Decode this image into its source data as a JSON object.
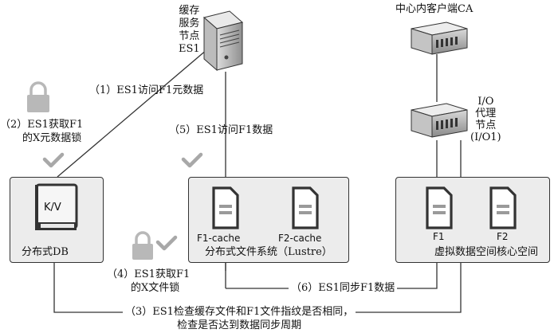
{
  "nodes": {
    "cache_server": {
      "label_lines": [
        "缓存",
        "服务",
        "节点",
        "ES1"
      ]
    },
    "ca": {
      "label": "中心内客户端CA"
    },
    "io_proxy": {
      "label_lines": [
        "I/O",
        "代理",
        "节点",
        "(I/O1)"
      ]
    }
  },
  "boxes": {
    "distributed_db": {
      "label": "分布式DB",
      "book_label": "K/V"
    },
    "lustre": {
      "label": "分布式文件系统（Lustre）",
      "files": [
        "F1-cache",
        "F2-cache"
      ]
    },
    "vspace": {
      "label": "虚拟数据空间核心空间",
      "files": [
        "F1",
        "F2"
      ]
    }
  },
  "steps": {
    "s1": "（1）ES1访问F1元数据",
    "s2_lines": [
      "（2）ES1获取F1",
      "的X元数据锁"
    ],
    "s3_lines": [
      "（3）ES1检查缓存文件和F1文件指纹是否相同，",
      "检查是否达到数据同步周期"
    ],
    "s4_lines": [
      "（4）ES1获取F1",
      "的X文件锁"
    ],
    "s5": "（5）ES1访问F1数据",
    "s6": "（6）ES1同步F1数据"
  },
  "colors": {
    "line": "#333333",
    "box_fill": "#ececec",
    "lock": "#b8b8b8",
    "check": "#a8a8a8"
  }
}
